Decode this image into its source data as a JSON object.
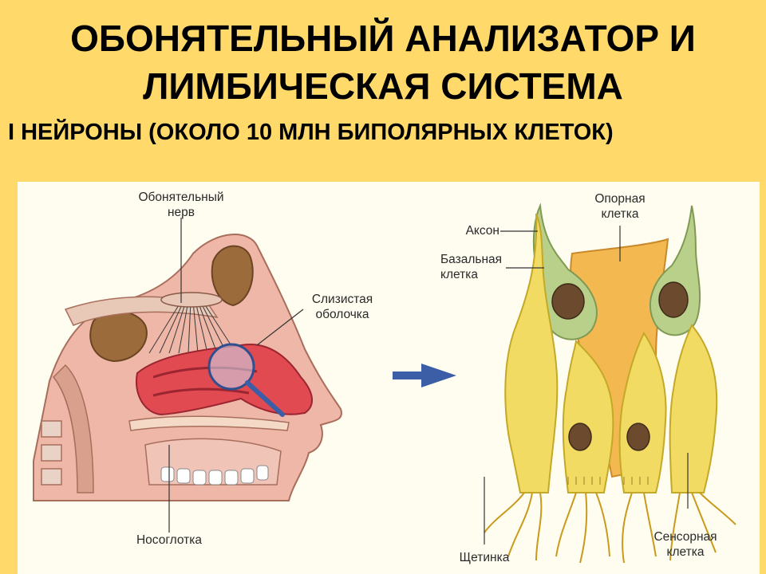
{
  "title_line1": "ОБОНЯТЕЛЬНЫЙ АНАЛИЗАТОР И",
  "title_line2": "ЛИМБИЧЕСКАЯ СИСТЕМА",
  "subtitle": "I НЕЙРОНЫ (ОКОЛО 10 МЛН БИПОЛЯРНЫХ КЛЕТОК)",
  "labels": {
    "olfactory_nerve_1": "Обонятельный",
    "olfactory_nerve_2": "нерв",
    "mucosa_1": "Слизистая",
    "mucosa_2": "оболочка",
    "nasopharynx": "Носоглотка",
    "support_cell_1": "Опорная",
    "support_cell_2": "клетка",
    "axon": "Аксон",
    "basal_cell_1": "Базальная",
    "basal_cell_2": "клетка",
    "sensory_cell_1": "Сенсорная",
    "sensory_cell_2": "клетка",
    "bristle": "Щетинка"
  },
  "colors": {
    "background": "#FFDA6B",
    "panel": "#FFFDF0",
    "arrow": "#3B5EA6",
    "mucosa": "#E04A50",
    "sensory_cell": "#F2DB63",
    "support_cell": "#F4B850",
    "basal_cell": "#B9D08A"
  }
}
